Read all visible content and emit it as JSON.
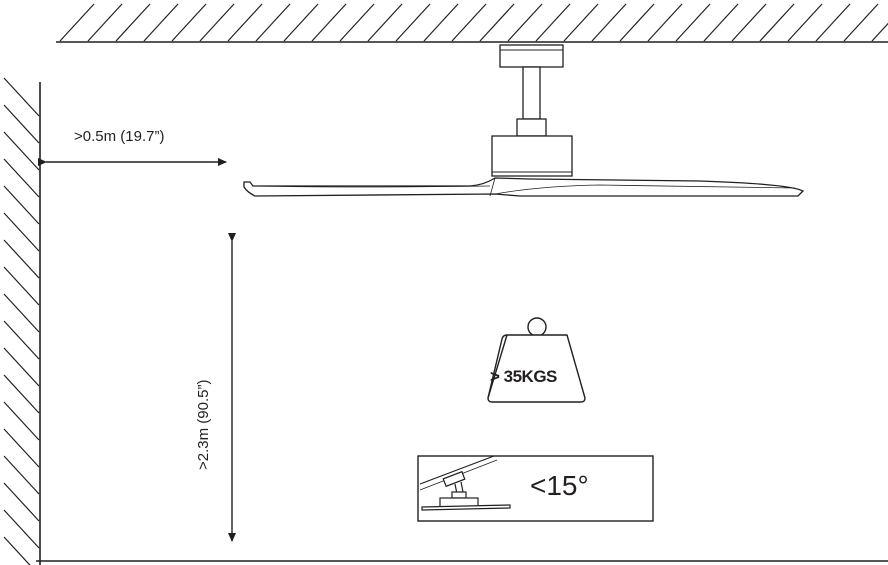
{
  "diagram": {
    "wall_clearance_label": ">0.5m (19.7”)",
    "floor_clearance_label": ">2.3m (90.5”)",
    "weight_label": "> 35KGS",
    "tilt_label": "<15°"
  },
  "colors": {
    "line": "#231f20",
    "background": "#ffffff"
  },
  "icons": [
    "weight-icon",
    "ceiling-hatch",
    "wall-hatch",
    "tilt-fan-icon"
  ]
}
